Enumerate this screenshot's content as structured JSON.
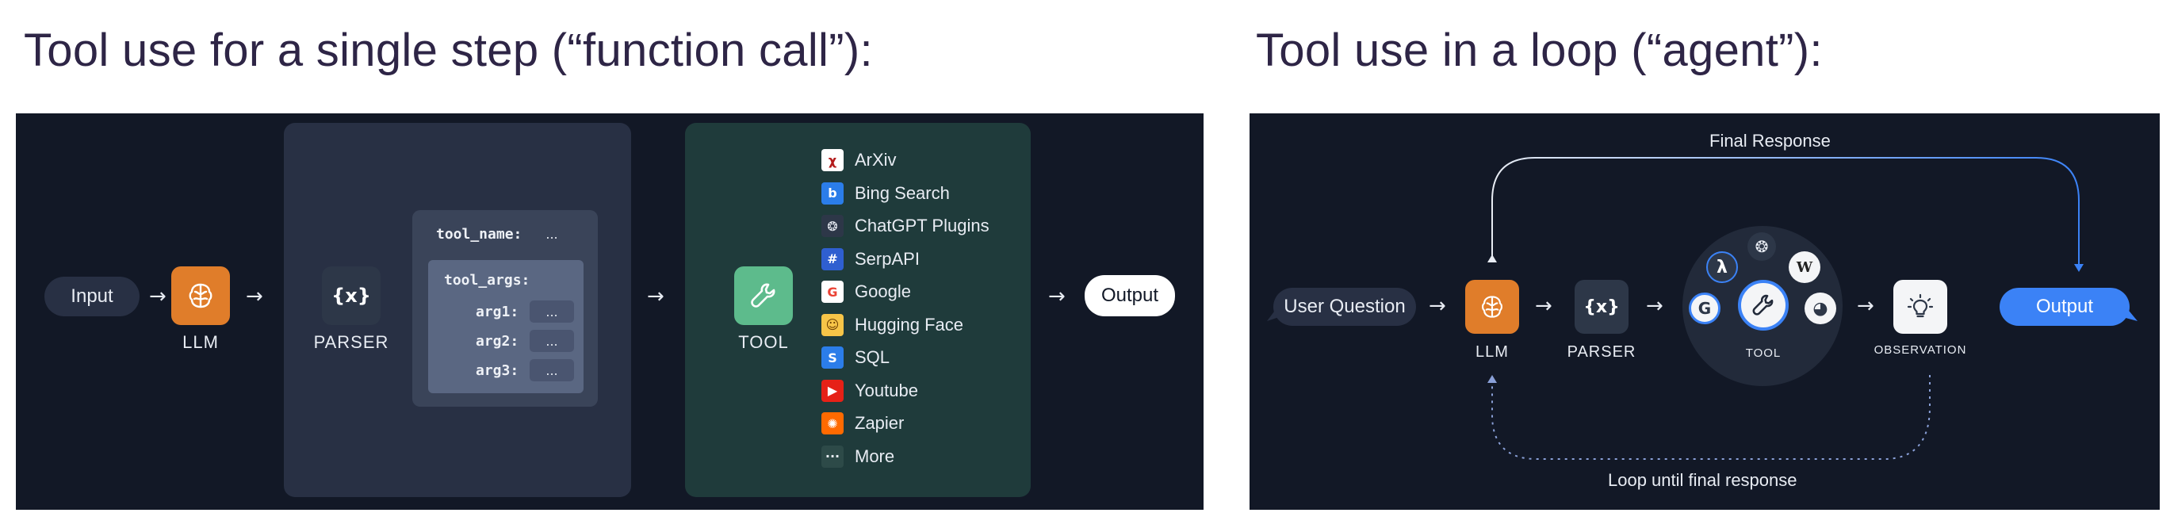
{
  "headings": {
    "left": "Tool use for a single step (“function call”):",
    "right": "Tool use in a loop (“agent”):"
  },
  "left_diagram": {
    "input_label": "Input",
    "arrow": "→",
    "llm_label": "LLM",
    "parser_label": "PARSER",
    "parser_glyph": "{x}",
    "tool_name_key": "tool_name:",
    "tool_args_key": "tool_args:",
    "args": [
      "arg1:",
      "arg2:",
      "arg3:"
    ],
    "placeholder": "...",
    "tool_label": "TOOL",
    "output_label": "Output",
    "tools": [
      {
        "name": "ArXiv",
        "icon": "arxiv-icon",
        "glyph": "χ",
        "bg": "#ffffff",
        "fg": "#b31b1b"
      },
      {
        "name": "Bing Search",
        "icon": "bing-icon",
        "glyph": "b",
        "bg": "#2b7de9",
        "fg": "#ffffff"
      },
      {
        "name": "ChatGPT Plugins",
        "icon": "openai-icon",
        "glyph": "❂",
        "bg": "#2d3748",
        "fg": "#e8ecf3"
      },
      {
        "name": "SerpAPI",
        "icon": "serpapi-icon",
        "glyph": "#",
        "bg": "#2f5fd0",
        "fg": "#ffffff"
      },
      {
        "name": "Google",
        "icon": "google-icon",
        "glyph": "G",
        "bg": "#ffffff",
        "fg": "#ea4335"
      },
      {
        "name": "Hugging Face",
        "icon": "hugging-face-icon",
        "glyph": "☺",
        "bg": "#f7c548",
        "fg": "#6b3d00"
      },
      {
        "name": "SQL",
        "icon": "sql-icon",
        "glyph": "S",
        "bg": "#2b7de9",
        "fg": "#ffffff"
      },
      {
        "name": "Youtube",
        "icon": "youtube-icon",
        "glyph": "▶",
        "bg": "#e62117",
        "fg": "#ffffff"
      },
      {
        "name": "Zapier",
        "icon": "zapier-icon",
        "glyph": "✺",
        "bg": "#ff6a00",
        "fg": "#ffffff"
      },
      {
        "name": "More",
        "icon": "more-icon",
        "glyph": "···",
        "bg": "#2d4a48",
        "fg": "#e8ecf3"
      }
    ]
  },
  "right_diagram": {
    "user_question_label": "User Question",
    "llm_label": "LLM",
    "parser_label": "PARSER",
    "parser_glyph": "{x}",
    "tool_label": "TOOL",
    "observation_label": "OBSERVATION",
    "output_label": "Output",
    "final_response_label": "Final Response",
    "loop_label": "Loop until final response",
    "tool_circle_icons": [
      {
        "icon": "lambda-icon",
        "glyph": "λ"
      },
      {
        "icon": "openai-icon",
        "glyph": "❂"
      },
      {
        "icon": "wikipedia-icon",
        "glyph": "W"
      },
      {
        "icon": "google-icon",
        "glyph": "G"
      },
      {
        "icon": "chrome-icon",
        "glyph": "◕"
      }
    ]
  },
  "colors": {
    "panel_bg": "#121826",
    "heading": "#2e2546",
    "llm_orange": "#e07d2a",
    "tool_green": "#5dbb8c",
    "output_blue": "#3b82f6"
  }
}
